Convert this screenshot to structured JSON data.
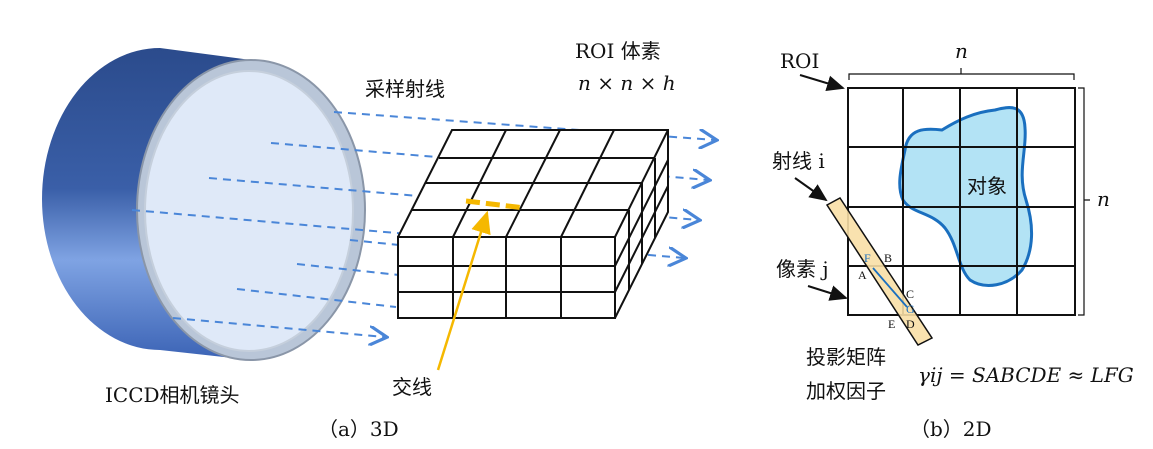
{
  "panel_a": {
    "caption": "（a）3D",
    "camera_label": "ICCD相机镜头",
    "rays_label": "采样射线",
    "roi_label": "ROI 体素",
    "roi_dims": "n × n × h",
    "intersection_label": "交线"
  },
  "panel_b": {
    "caption": "（b）2D",
    "roi_label": "ROI",
    "n_top": "n",
    "n_right": "n",
    "object_label": "对象",
    "ray_label": "射线 i",
    "pixel_label": "像素 j",
    "weight_label_1": "投影矩阵",
    "weight_label_2": "加权因子",
    "formula": "γij = SABCDE ≈ LFG",
    "points": {
      "A": "A",
      "B": "B",
      "C": "C",
      "D": "D",
      "E": "E",
      "F": "F",
      "G": "G"
    }
  },
  "colors": {
    "ray": "#4a86d8",
    "intersection": "#f5b800",
    "object_fill": "#b3e3f5",
    "object_stroke": "#1a6fbf",
    "band": "#f8dfa6",
    "lens_body": "#2c4f96"
  }
}
